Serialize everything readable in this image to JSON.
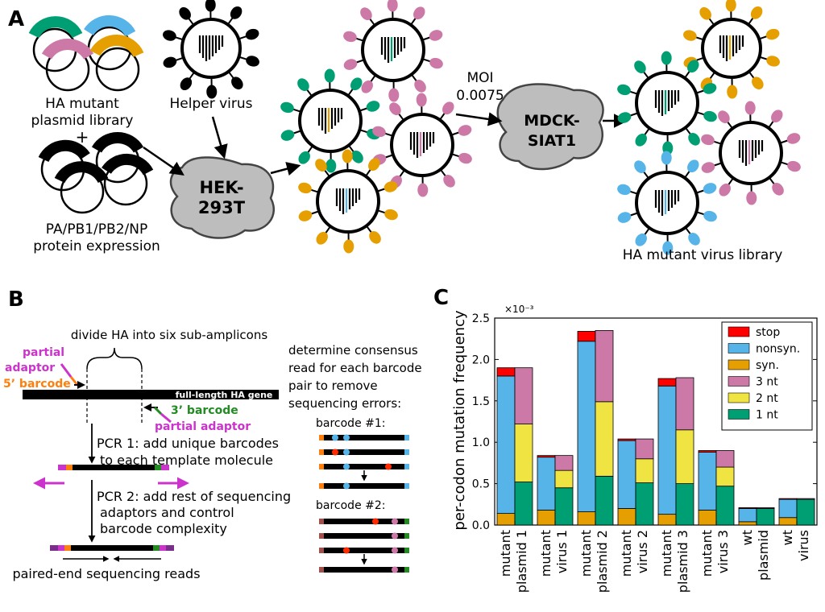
{
  "panels": {
    "a": {
      "letter": "A",
      "plasmid_label_1": "HA mutant",
      "plasmid_label_2": "plasmid library",
      "plus": "+",
      "expr_label_1": "PA/PB1/PB2/NP",
      "expr_label_2": "protein expression",
      "helper_label": "Helper virus",
      "cell1_line1": "HEK-",
      "cell1_line2": "293T",
      "moi_label_1": "MOI",
      "moi_label_2": "0.0075",
      "cell2_line1": "MDCK-",
      "cell2_line2": "SIAT1",
      "library_label": "HA mutant virus library"
    },
    "b": {
      "letter": "B",
      "divide_label": "divide HA into six sub-amplicons",
      "partial_adaptor_1": "partial",
      "partial_adaptor_2": "adaptor",
      "barcode5": "5’ barcode",
      "gene_label": "full-length HA gene",
      "barcode3": "3’ barcode",
      "partial_adaptor_3": "partial adaptor",
      "pcr1_1": "PCR 1: add unique barcodes",
      "pcr1_2": "to each template molecule",
      "pcr2_1": "PCR 2: add rest of sequencing",
      "pcr2_2": "adaptors and control",
      "pcr2_3": "barcode complexity",
      "reads_label": "paired-end sequencing reads",
      "consensus_1": "determine consensus",
      "consensus_2": "read for each barcode",
      "consensus_3": "pair to remove",
      "consensus_4": "sequencing errors:",
      "barcode1": "barcode #1:",
      "barcode2": "barcode #2:"
    },
    "c": {
      "letter": "C"
    }
  },
  "colors": {
    "stop": "#ff0000",
    "nonsyn": "#56b4e9",
    "syn": "#e69f00",
    "nt3": "#cc79a7",
    "nt2": "#f0e442",
    "nt1": "#009e73",
    "magenta": "#cc33cc",
    "orange": "#ff7f0e",
    "green": "#228b22"
  },
  "chart_data": {
    "type": "bar",
    "ylabel": "per-codon mutation frequency",
    "y_multiplier": "×10⁻³",
    "ylim": [
      0,
      2.5
    ],
    "yticks": [
      "0.0",
      "0.5",
      "1.0",
      "1.5",
      "2.0",
      "2.5"
    ],
    "categories": [
      [
        "mutant",
        "plasmid 1"
      ],
      [
        "mutant",
        "virus 1"
      ],
      [
        "mutant",
        "plasmid 2"
      ],
      [
        "mutant",
        "virus 2"
      ],
      [
        "mutant",
        "plasmid 3"
      ],
      [
        "mutant",
        "virus 3"
      ],
      [
        "wt",
        "plasmid"
      ],
      [
        "wt",
        "virus"
      ]
    ],
    "legend": [
      "stop",
      "nonsyn.",
      "syn.",
      "3 nt",
      "2 nt",
      "1 nt"
    ],
    "legend_position": "top-right",
    "by_type": {
      "syn": [
        0.14,
        0.18,
        0.16,
        0.2,
        0.13,
        0.18,
        0.04,
        0.09
      ],
      "nonsyn": [
        1.66,
        0.64,
        2.06,
        0.82,
        1.55,
        0.7,
        0.16,
        0.22
      ],
      "stop": [
        0.1,
        0.02,
        0.12,
        0.02,
        0.09,
        0.02,
        0.01,
        0.01
      ]
    },
    "by_nt": {
      "nt1": [
        0.52,
        0.45,
        0.59,
        0.51,
        0.5,
        0.47,
        0.2,
        0.31
      ],
      "nt2": [
        0.7,
        0.21,
        0.9,
        0.29,
        0.65,
        0.23,
        0.0,
        0.0
      ],
      "nt3": [
        0.68,
        0.18,
        0.86,
        0.24,
        0.63,
        0.2,
        0.01,
        0.01
      ]
    }
  }
}
